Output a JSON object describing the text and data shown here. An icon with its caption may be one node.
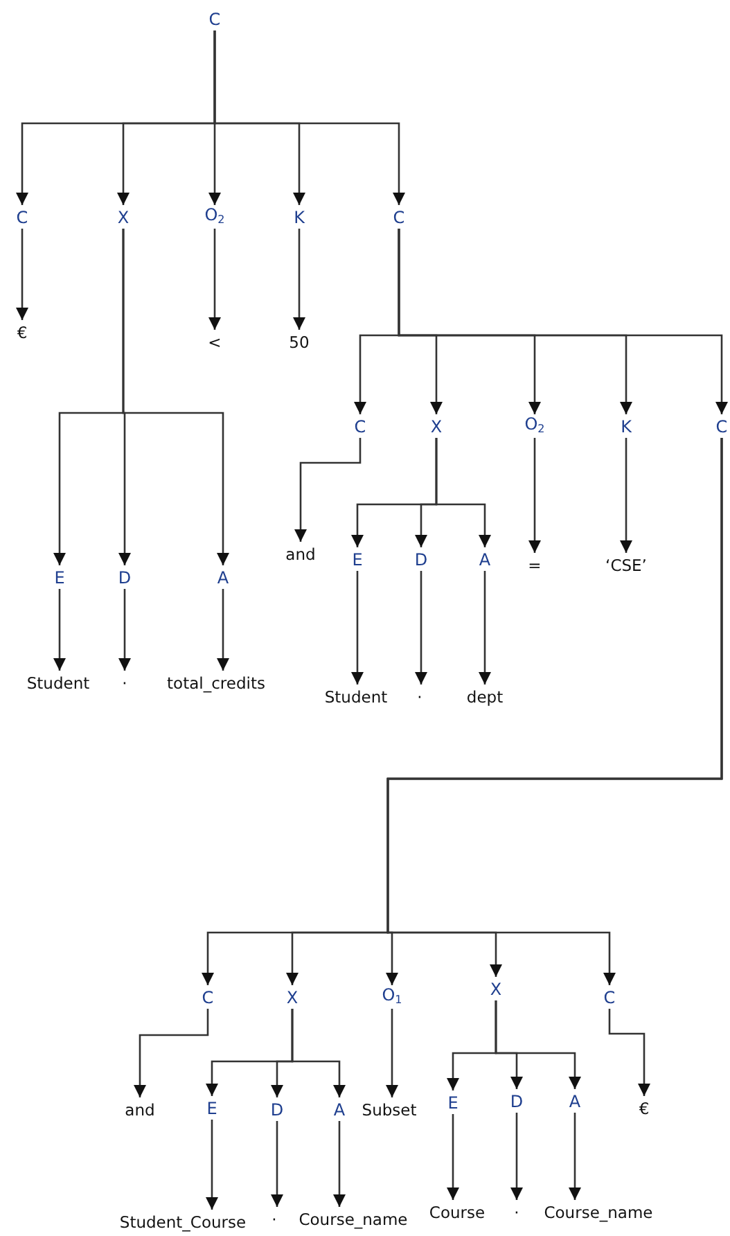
{
  "diagram": {
    "nodes": [
      {
        "text": [
          "C"
        ]
      },
      {
        "text": [
          "C"
        ]
      },
      {
        "text": [
          "X"
        ]
      },
      {
        "text": [
          "O$_{2}$"
        ]
      },
      {
        "text": [
          "K"
        ]
      },
      {
        "text": [
          "C"
        ]
      },
      {
        "text": [
          "€"
        ]
      },
      {
        "text": [
          "<"
        ]
      },
      {
        "text": [
          "50"
        ]
      },
      {
        "text": [
          "E"
        ]
      },
      {
        "text": [
          "D"
        ]
      },
      {
        "text": [
          "A"
        ]
      },
      {
        "text": [
          "Student"
        ]
      },
      {
        "text": [
          "·"
        ]
      },
      {
        "text": [
          "total_credits"
        ]
      },
      {
        "text": [
          "C"
        ]
      },
      {
        "text": [
          "X"
        ]
      },
      {
        "text": [
          "O$_{2}$"
        ]
      },
      {
        "text": [
          "K"
        ]
      },
      {
        "text": [
          "C"
        ]
      },
      {
        "text": [
          "and"
        ]
      },
      {
        "text": [
          "E"
        ]
      },
      {
        "text": [
          "D"
        ]
      },
      {
        "text": [
          "A"
        ]
      },
      {
        "text": [
          "="
        ]
      },
      {
        "text": [
          "‘CSE’"
        ]
      },
      {
        "text": [
          "Student"
        ]
      },
      {
        "text": [
          "·"
        ]
      },
      {
        "text": [
          "dept"
        ]
      },
      {
        "text": [
          "C"
        ]
      },
      {
        "text": [
          "X"
        ]
      },
      {
        "text": [
          "O$_{1}$"
        ]
      },
      {
        "text": [
          "X"
        ]
      },
      {
        "text": [
          "C"
        ]
      },
      {
        "text": [
          "and"
        ]
      },
      {
        "text": [
          "E"
        ]
      },
      {
        "text": [
          "D"
        ]
      },
      {
        "text": [
          "A"
        ]
      },
      {
        "text": [
          "Subset"
        ]
      },
      {
        "text": [
          "E"
        ]
      },
      {
        "text": [
          "D"
        ]
      },
      {
        "text": [
          "A"
        ]
      },
      {
        "text": [
          "€"
        ]
      },
      {
        "text": [
          "Student_Course"
        ]
      },
      {
        "text": [
          "·"
        ]
      },
      {
        "text": [
          "Course_name"
        ]
      },
      {
        "text": [
          "Course"
        ]
      },
      {
        "text": [
          "·"
        ]
      },
      {
        "text": [
          "Course_name"
        ]
      }
    ],
    "edges": [
      {
        "from": 0,
        "to": 1,
        "arrow": "to"
      },
      {
        "from": 0,
        "to": 2,
        "arrow": "to"
      },
      {
        "from": 0,
        "to": 3,
        "arrow": "to"
      },
      {
        "from": 0,
        "to": 4,
        "arrow": "to"
      },
      {
        "from": 0,
        "to": 5,
        "arrow": "to"
      },
      {
        "from": 1,
        "to": 6,
        "arrow": "to"
      },
      {
        "from": 3,
        "to": 7,
        "arrow": "to"
      },
      {
        "from": 4,
        "to": 8,
        "arrow": "to"
      },
      {
        "from": 2,
        "to": 9,
        "arrow": "to"
      },
      {
        "from": 2,
        "to": 10,
        "arrow": "to"
      },
      {
        "from": 2,
        "to": 11,
        "arrow": "to"
      },
      {
        "from": 9,
        "to": 12,
        "arrow": "to"
      },
      {
        "from": 10,
        "to": 13,
        "arrow": "to"
      },
      {
        "from": 11,
        "to": 14,
        "arrow": "to"
      },
      {
        "from": 5,
        "to": 15,
        "arrow": "to"
      },
      {
        "from": 5,
        "to": 16,
        "arrow": "to"
      },
      {
        "from": 5,
        "to": 17,
        "arrow": "to"
      },
      {
        "from": 5,
        "to": 18,
        "arrow": "to"
      },
      {
        "from": 5,
        "to": 19,
        "arrow": "to"
      },
      {
        "from": 15,
        "to": 20,
        "arrow": "to"
      },
      {
        "from": 16,
        "to": 21,
        "arrow": "to"
      },
      {
        "from": 16,
        "to": 22,
        "arrow": "to"
      },
      {
        "from": 16,
        "to": 23,
        "arrow": "to"
      },
      {
        "from": 17,
        "to": 24,
        "arrow": "to"
      },
      {
        "from": 18,
        "to": 25,
        "arrow": "to"
      },
      {
        "from": 21,
        "to": 26,
        "arrow": "to"
      },
      {
        "from": 22,
        "to": 27,
        "arrow": "to"
      },
      {
        "from": 23,
        "to": 28,
        "arrow": "to"
      },
      {
        "from": 19,
        "to": 29,
        "arrow": "to"
      },
      {
        "from": 19,
        "to": 30,
        "arrow": "to"
      },
      {
        "from": 19,
        "to": 31,
        "arrow": "to"
      },
      {
        "from": 19,
        "to": 32,
        "arrow": "to"
      },
      {
        "from": 19,
        "to": 33,
        "arrow": "to"
      },
      {
        "from": 29,
        "to": 34,
        "arrow": "to"
      },
      {
        "from": 30,
        "to": 35,
        "arrow": "to"
      },
      {
        "from": 30,
        "to": 36,
        "arrow": "to"
      },
      {
        "from": 30,
        "to": 37,
        "arrow": "to"
      },
      {
        "from": 31,
        "to": 38,
        "arrow": "to"
      },
      {
        "from": 32,
        "to": 39,
        "arrow": "to"
      },
      {
        "from": 32,
        "to": 40,
        "arrow": "to"
      },
      {
        "from": 32,
        "to": 41,
        "arrow": "to"
      },
      {
        "from": 33,
        "to": 42,
        "arrow": "to"
      },
      {
        "from": 35,
        "to": 43,
        "arrow": "to"
      },
      {
        "from": 36,
        "to": 44,
        "arrow": "to"
      },
      {
        "from": 37,
        "to": 45,
        "arrow": "to"
      },
      {
        "from": 39,
        "to": 46,
        "arrow": "to"
      },
      {
        "from": 40,
        "to": 47,
        "arrow": "to"
      },
      {
        "from": 41,
        "to": 48,
        "arrow": "to"
      }
    ]
  }
}
